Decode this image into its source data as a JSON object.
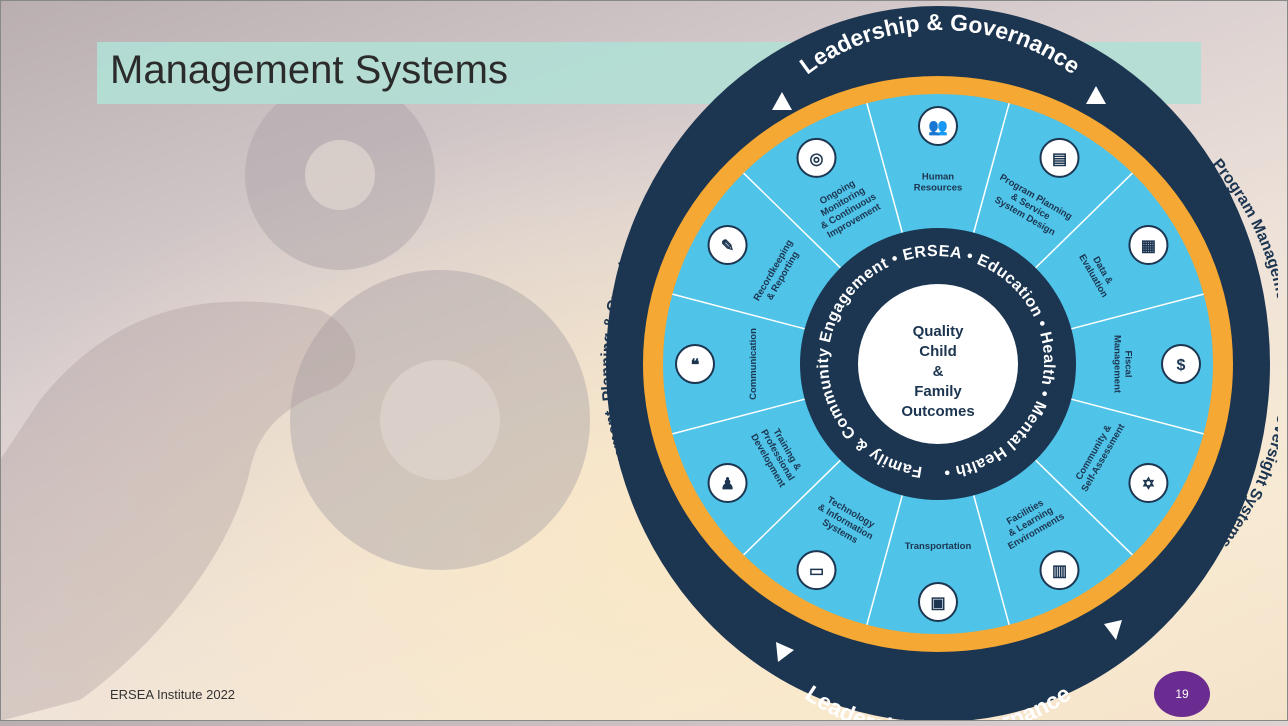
{
  "slide": {
    "title": "Management Systems",
    "footer": "ERSEA Institute 2022",
    "page_number": "19"
  },
  "wheel": {
    "top_ring_label": "Leadership & Governance",
    "bottom_ring_label": "Leadership & Governance",
    "left_ring_label": "Program Management, Planning & Oversight Systems",
    "right_ring_label": "Program Management, Planning & Oversight Systems",
    "inner_ring_label": "Family & Community Engagement • ERSEA • Education • Health • Mental Health •",
    "center": [
      "Quality",
      "Child",
      "&",
      "Family",
      "Outcomes"
    ],
    "segments": [
      {
        "lines": [
          "Human",
          "Resources"
        ],
        "icon": "people-icon"
      },
      {
        "lines": [
          "Program Planning",
          "& Service",
          "System Design"
        ],
        "icon": "presentation-icon"
      },
      {
        "lines": [
          "Data &",
          "Evaluation"
        ],
        "icon": "map-icon"
      },
      {
        "lines": [
          "Fiscal",
          "Management"
        ],
        "icon": "dollar-icon"
      },
      {
        "lines": [
          "Community &",
          "Self-Assessment"
        ],
        "icon": "telescope-icon"
      },
      {
        "lines": [
          "Facilities",
          "& Learning",
          "Environments"
        ],
        "icon": "building-icon"
      },
      {
        "lines": [
          "Transportation"
        ],
        "icon": "bus-icon"
      },
      {
        "lines": [
          "Technology",
          "& Information",
          "Systems"
        ],
        "icon": "computer-icon"
      },
      {
        "lines": [
          "Training &",
          "Professional",
          "Development"
        ],
        "icon": "teacher-icon"
      },
      {
        "lines": [
          "Communication"
        ],
        "icon": "speech-icon"
      },
      {
        "lines": [
          "Recordkeeping",
          "& Reporting"
        ],
        "icon": "clipboard-icon"
      },
      {
        "lines": [
          "Ongoing",
          "Monitoring",
          "& Continuous",
          "Improvement"
        ],
        "icon": "magnifier-icon"
      }
    ]
  },
  "colors": {
    "outer_ring": "#1c3550",
    "gold_ring": "#f5a833",
    "segment_fill": "#4fc3e8",
    "inner_ring": "#1c3550",
    "center": "#ffffff",
    "title_bar": "#b2ded5",
    "badge": "#6b2c91"
  }
}
